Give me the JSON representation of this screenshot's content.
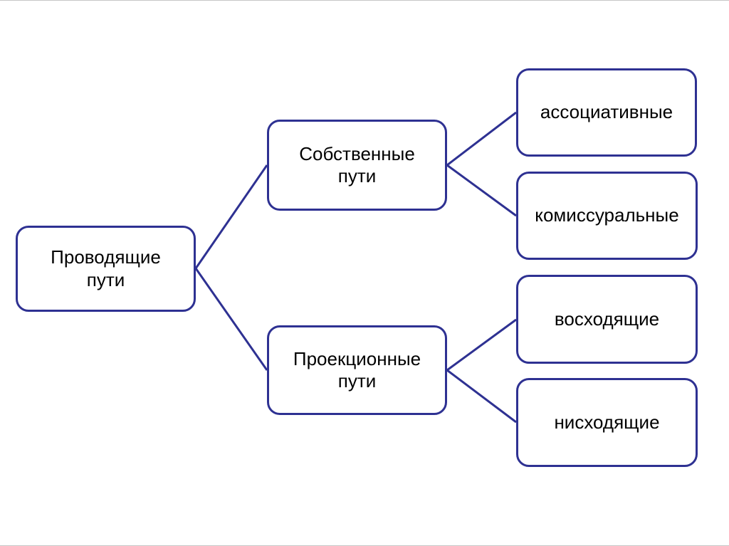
{
  "colors": {
    "box_border": "#2e3192",
    "connector": "#2e3192",
    "text": "#000000",
    "background": "#ffffff"
  },
  "diagram": {
    "title": "",
    "nodes": {
      "root": {
        "label": "Проводящие\nпути"
      },
      "own": {
        "label": "Собственные\nпути"
      },
      "projection": {
        "label": "Проекционные\nпути"
      },
      "associative": {
        "label": "ассоциативные"
      },
      "commissural": {
        "label": "комиссуральные"
      },
      "ascending": {
        "label": "восходящие"
      },
      "descending": {
        "label": "нисходящие"
      }
    },
    "edges": [
      {
        "from": "root",
        "to": "own"
      },
      {
        "from": "root",
        "to": "projection"
      },
      {
        "from": "own",
        "to": "associative"
      },
      {
        "from": "own",
        "to": "commissural"
      },
      {
        "from": "projection",
        "to": "ascending"
      },
      {
        "from": "projection",
        "to": "descending"
      }
    ]
  }
}
